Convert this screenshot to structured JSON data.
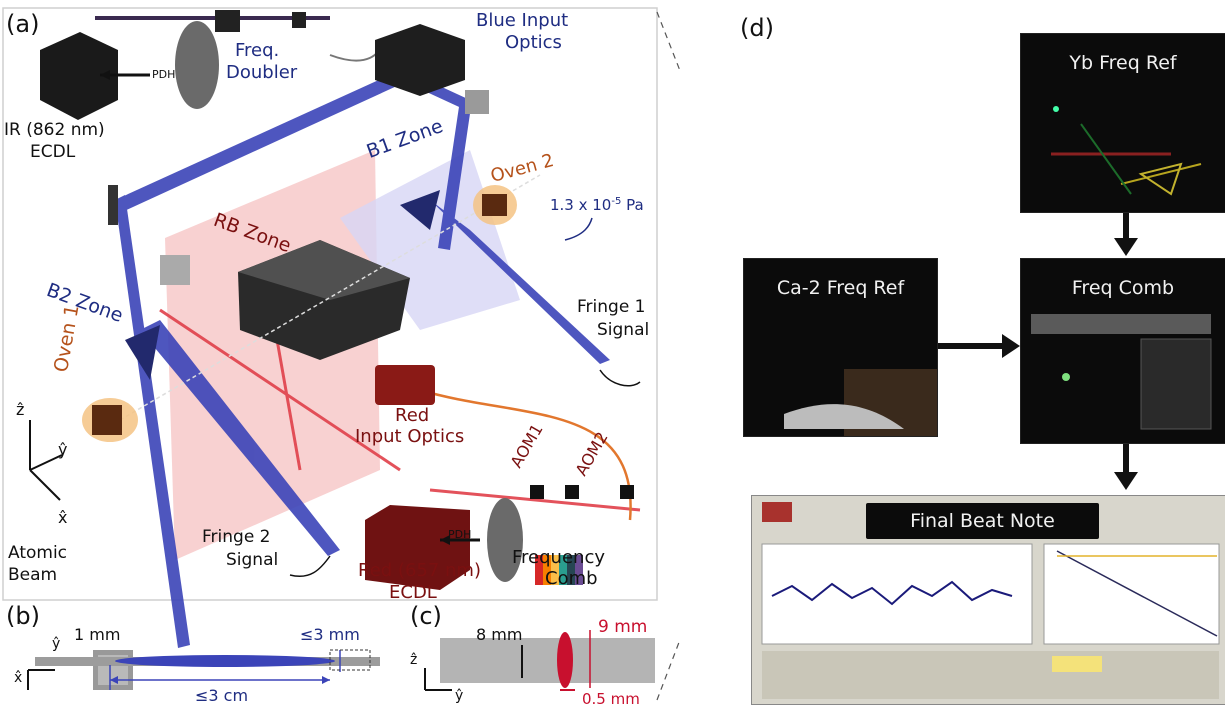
{
  "panels": {
    "a": "(a)",
    "b": "(b)",
    "c": "(c)",
    "d": "(d)"
  },
  "panel_a": {
    "ir_laser": "IR (862 nm)",
    "ir_laser_2": "ECDL",
    "pdh_top": "PDH",
    "freq_doubler": "Freq.",
    "freq_doubler_2": "Doubler",
    "blue_input": "Blue Input",
    "blue_input_2": "Optics",
    "b1_zone": "B1 Zone",
    "b2_zone": "B2 Zone",
    "rb_zone": "RB Zone",
    "oven1": "Oven 1",
    "oven2": "Oven 2",
    "pressure": "1.3 x 10",
    "pressure_exp": "-5",
    "pressure_unit": " Pa",
    "fringe1": "Fringe 1",
    "fringe1_2": "Signal",
    "fringe2": "Fringe 2",
    "fringe2_2": "Signal",
    "red_input": "Red",
    "red_input_2": "Input Optics",
    "aom1": "AOM1",
    "aom2": "AOM2",
    "red_laser": "Red (657 nm)",
    "red_laser_2": "ECDL",
    "pdh_bottom": "PDH",
    "freq_comb": "Frequency",
    "freq_comb_2": "Comb",
    "atomic_beam": "Atomic",
    "atomic_beam_2": "Beam",
    "axis_z": "ẑ",
    "axis_y": "ŷ",
    "axis_x": "x̂"
  },
  "panel_b": {
    "dim_1mm": "1 mm",
    "dim_3mm": "≤3 mm",
    "dim_3cm": "≤3 cm",
    "axis_y": "ŷ",
    "axis_x": "x̂"
  },
  "panel_c": {
    "dim_8mm": "8 mm",
    "dim_9mm": "9 mm",
    "dim_05mm": "0.5 mm",
    "axis_z": "ẑ",
    "axis_y": "ŷ"
  },
  "panel_d": {
    "yb_ref": "Yb Freq Ref",
    "ca_ref": "Ca-2 Freq Ref",
    "comb": "Freq Comb",
    "beat": "Final Beat Note"
  },
  "colors": {
    "blue_beam": "#3b44b8",
    "red_beam": "#e0404a",
    "navy_text": "#1f2d82",
    "maroon_text": "#7a1010"
  }
}
